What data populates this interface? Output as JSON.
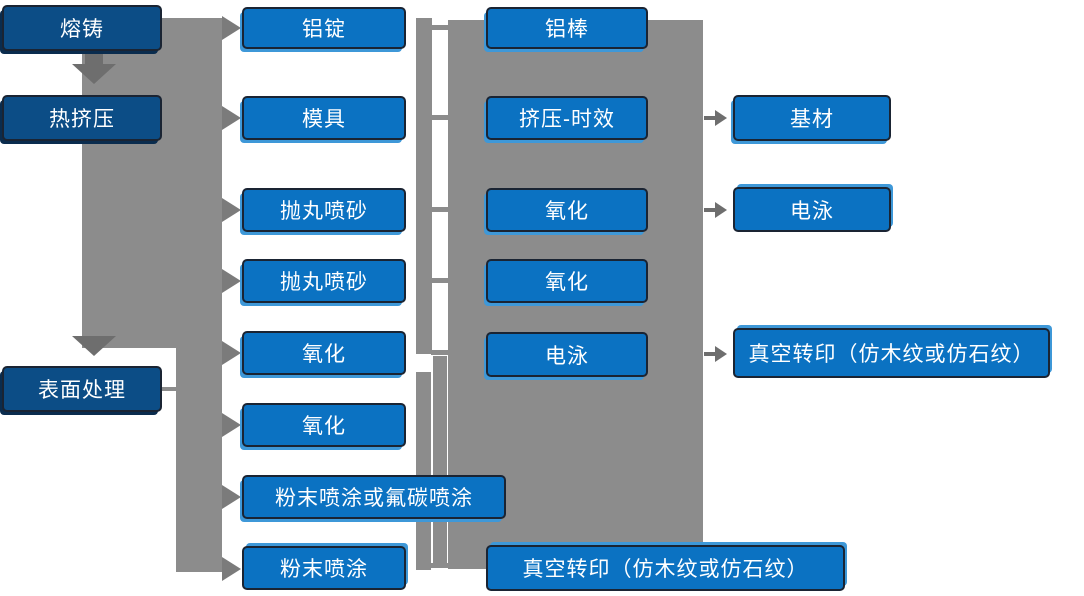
{
  "diagram_type": "process-flowchart",
  "colors": {
    "node_blue": "#0B72C2",
    "node_dark_blue": "#0C4D86",
    "node_border": "#1A2433",
    "band_gray": "#8C8C8C",
    "arrow_gray": "#6E6E6E",
    "edge_arrow_gray": "#7B7B7B",
    "highlight_blue": "#3E98D8",
    "text_white": "#FFFFFF"
  },
  "stages": [
    {
      "label": "熔铸"
    },
    {
      "label": "热挤压"
    },
    {
      "label": "表面处理"
    }
  ],
  "process_col": {
    "aluminum_ingot": "铝锭",
    "mold": "模具",
    "shot_blasting_1": "抛丸喷砂",
    "shot_blasting_2": "抛丸喷砂",
    "oxidation_1": "氧化",
    "oxidation_2": "氧化",
    "powder_or_fluorocarbon": "粉末喷涂或氟碳喷涂",
    "powder_coating": "粉末喷涂"
  },
  "treatment_col": {
    "aluminum_rod": "铝棒",
    "extrusion_aging": "挤压-时效",
    "oxidation_3": "氧化",
    "oxidation_4": "氧化",
    "electrophoresis_1": "电泳",
    "vacuum_transfer_bottom": "真空转印（仿木纹或仿石纹）"
  },
  "output_col": {
    "substrate": "基材",
    "electrophoresis_2": "电泳",
    "vacuum_transfer_right": "真空转印（仿木纹或仿石纹）"
  }
}
